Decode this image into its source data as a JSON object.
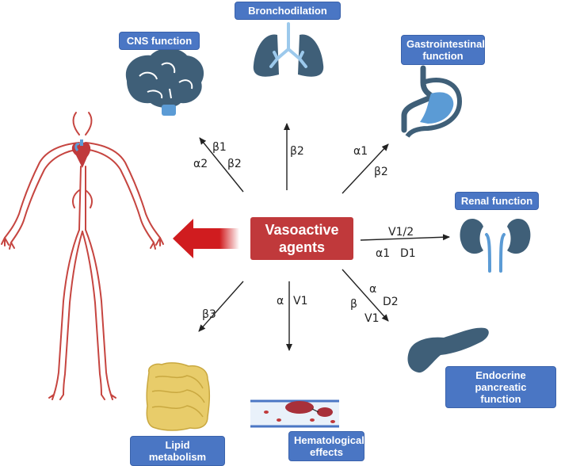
{
  "center": {
    "line1": "Vasoactive",
    "line2": "agents"
  },
  "targets": {
    "bronchodilation": "Bronchodilation",
    "cns": "CNS function",
    "gi_line1": "Gastrointestinal",
    "gi_line2": "function",
    "renal": "Renal function",
    "endocrine_line1": "Endocrine pancreatic",
    "endocrine_line2": "function",
    "hemato_line1": "Hematological",
    "hemato_line2": "effects",
    "lipid": "Lipid metabolism"
  },
  "receptors": {
    "cns": [
      "β1",
      "α2",
      "β2"
    ],
    "broncho": [
      "β2"
    ],
    "gi": [
      "α1",
      "β2"
    ],
    "renal": [
      "V1/2",
      "α1",
      "D1"
    ],
    "endocrine": [
      "α",
      "D2",
      "β",
      "V1"
    ],
    "hemato": [
      "α",
      "V1"
    ],
    "lipid": [
      "β3"
    ]
  },
  "colors": {
    "label_blue": "#4a76c4",
    "center_red": "#c0393b",
    "arrow_red": "#d01c1f",
    "organ_blue": "#3f5f78",
    "organ_light": "#5b9bd5",
    "vessel_red": "#c64540",
    "fat_yellow": "#e8cc6a"
  },
  "icons": [
    "lungs-icon",
    "brain-icon",
    "stomach-icon",
    "kidneys-icon",
    "pancreas-icon",
    "blood-vessel-icon",
    "adipose-tissue-icon",
    "circulatory-system-icon",
    "heart-icon"
  ]
}
